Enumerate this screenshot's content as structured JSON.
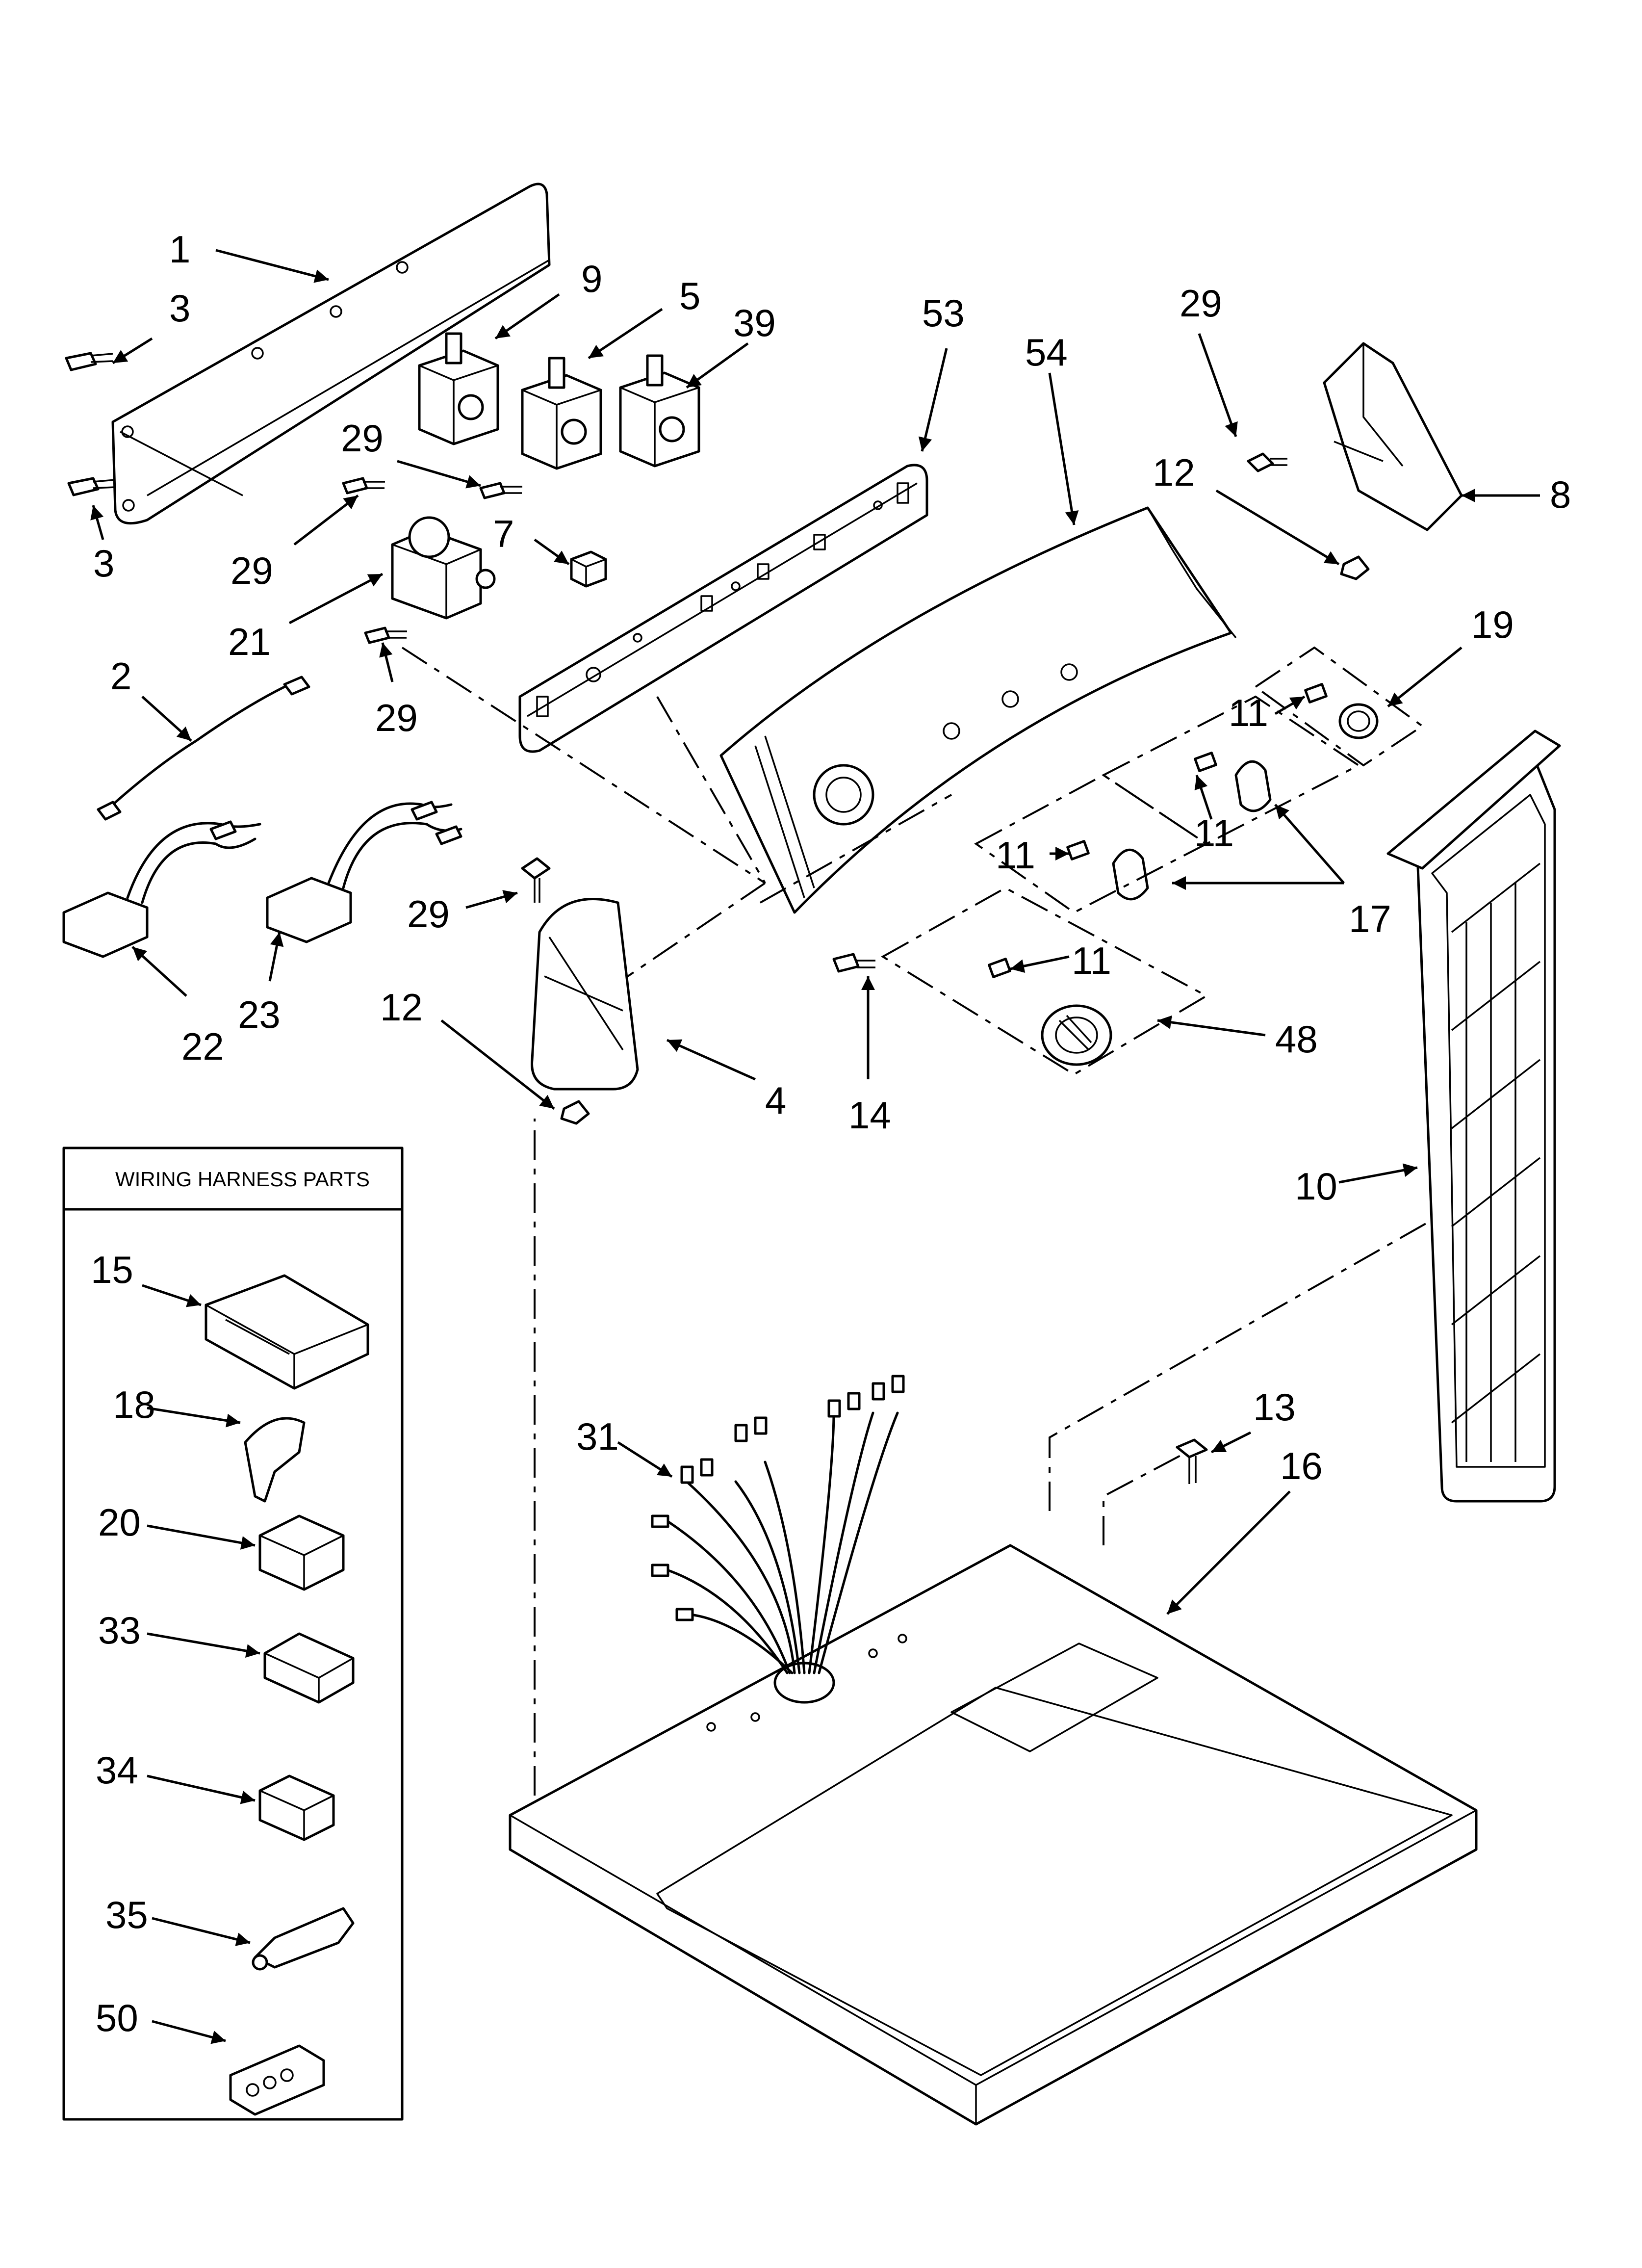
{
  "legend": {
    "title": "WIRING HARNESS PARTS",
    "parts": [
      "15",
      "18",
      "20",
      "33",
      "34",
      "35",
      "50"
    ]
  },
  "callouts": {
    "c1": "1",
    "c3a": "3",
    "c3b": "3",
    "c9": "9",
    "c5": "5",
    "c39": "39",
    "c53": "53",
    "c54": "54",
    "c29tr": "29",
    "c8": "8",
    "c12tr": "12",
    "c29a": "29",
    "c29b": "29",
    "c7": "7",
    "c29c": "29",
    "c21": "21",
    "c29d": "29",
    "c2": "2",
    "c22": "22",
    "c23": "23",
    "c19": "19",
    "c11a": "11",
    "c11b": "11",
    "c11c": "11",
    "c11d": "11",
    "c17": "17",
    "c12ml": "12",
    "c4": "4",
    "c14": "14",
    "c48": "48",
    "c10": "10",
    "c31": "31",
    "c13": "13",
    "c16": "16"
  }
}
